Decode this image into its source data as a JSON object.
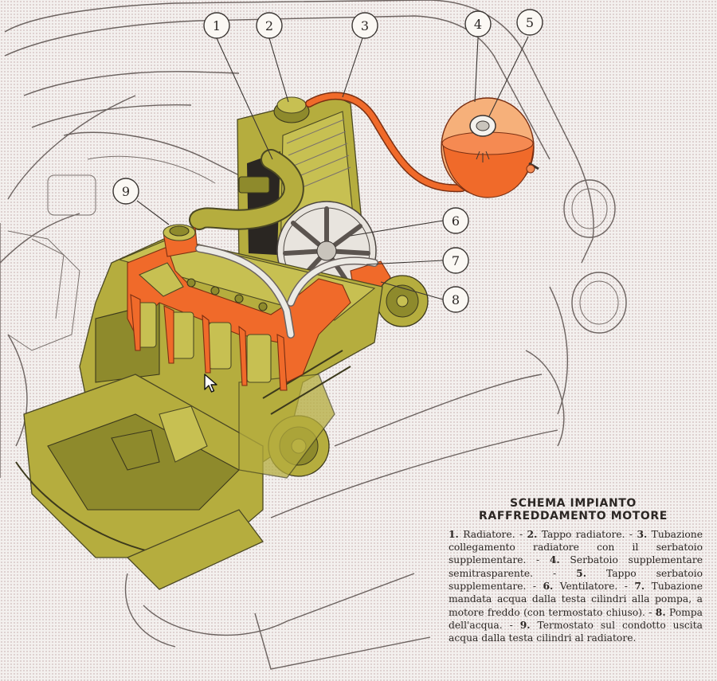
{
  "caption": {
    "title_line1": "SCHEMA IMPIANTO",
    "title_line2": "RAFFREDDAMENTO MOTORE",
    "items": [
      {
        "number": "1.",
        "text": " Radiatore. - "
      },
      {
        "number": "2.",
        "text": " Tappo radiatore. - "
      },
      {
        "number": "3.",
        "text": " Tubazione collegamento radiatore con il serbatoio supplementare. - "
      },
      {
        "number": "4.",
        "text": " Serbatoio supplementare semitrasparente. - "
      },
      {
        "number": "5.",
        "text": " Tappo serbatoio supplementare. - "
      },
      {
        "number": "6.",
        "text": " Ventilatore. - "
      },
      {
        "number": "7.",
        "text": " Tubazione mandata acqua dalla testa cilindri alla pompa, a motore freddo (con termostato chiuso). - "
      },
      {
        "number": "8.",
        "text": " Pompa dell'acqua. - "
      },
      {
        "number": "9.",
        "text": " Termostato sul condotto uscita acqua dalla testa cilindri al radiatore."
      }
    ]
  },
  "callouts": {
    "c1": "1",
    "c2": "2",
    "c3": "3",
    "c4": "4",
    "c5": "5",
    "c6": "6",
    "c7": "7",
    "c8": "8",
    "c9": "9"
  },
  "colors": {
    "engine_olive": "#b5ad3e",
    "coolant_orange": "#f06a2a",
    "car_outline": "#6c6360",
    "background": "#f3f0ee"
  },
  "icons": {
    "cursor": "mouse-pointer-icon"
  }
}
